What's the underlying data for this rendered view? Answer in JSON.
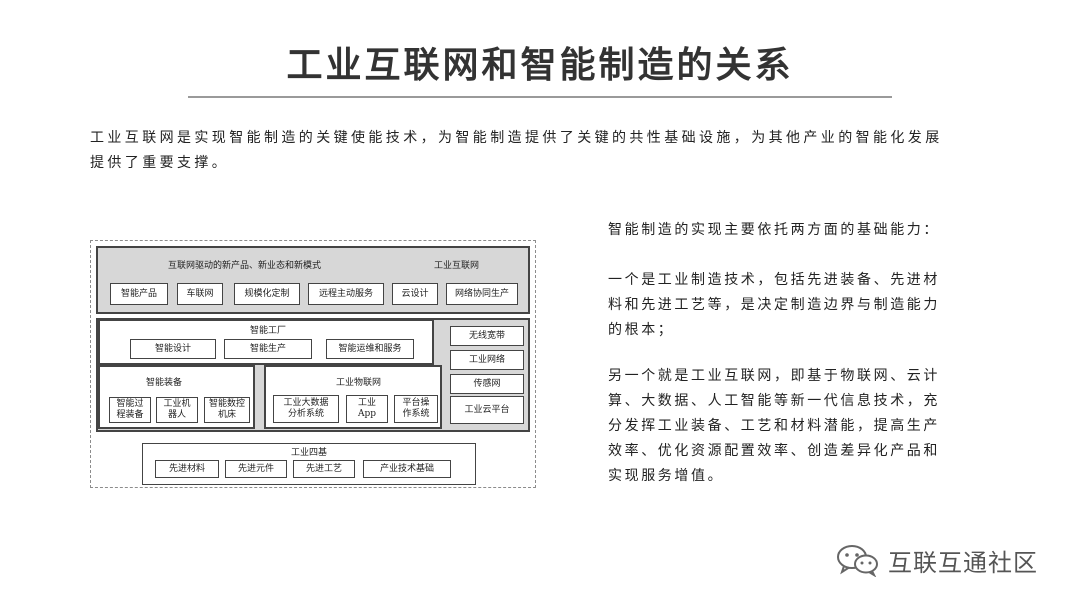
{
  "title": "工业互联网和智能制造的关系",
  "intro": "工业互联网是实现智能制造的关键使能技术，为智能制造提供了关键的共性基础设施，为其他产业的智能化发展提供了重要支撑。",
  "right": {
    "heading": "智能制造的实现主要依托两方面的基础能力：",
    "para1": "一个是工业制造技术，包括先进装备、先进材料和先进工艺等，是决定制造边界与制造能力的根本；",
    "para2": "另一个就是工业互联网，即基于物联网、云计算、大数据、人工智能等新一代信息技术，充分发挥工业装备、工艺和材料潜能，提高生产效率、优化资源配置效率、创造差异化产品和实现服务增值。"
  },
  "diagram": {
    "top_panel": {
      "label": "互联网驱动的新产品、新业态和新模式",
      "right_label": "工业互联网",
      "items": [
        "智能产品",
        "车联网",
        "规模化定制",
        "远程主动服务",
        "云设计",
        "网络协同生产"
      ]
    },
    "factory": {
      "label": "智能工厂",
      "items": [
        "智能设计",
        "智能生产",
        "智能运维和服务"
      ]
    },
    "equipment": {
      "label": "智能装备",
      "items": [
        "智能过程装备",
        "工业机器人",
        "智能数控机床"
      ]
    },
    "iot": {
      "label": "工业物联网",
      "items": [
        "工业大数据分析系统",
        "工业App",
        "平台操作系统"
      ]
    },
    "network_stack": [
      "无线宽带",
      "工业网络",
      "传感网",
      "工业云平台"
    ],
    "base": {
      "label": "工业四基",
      "items": [
        "先进材料",
        "先进元件",
        "先进工艺",
        "产业技术基础"
      ]
    }
  },
  "watermark": {
    "text": "互联互通社区",
    "icon": "wechat-icon"
  }
}
